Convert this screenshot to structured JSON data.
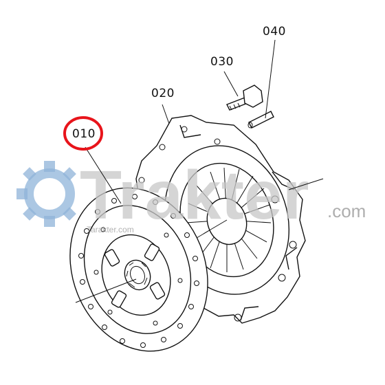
{
  "callouts": {
    "c010": "010",
    "c020": "020",
    "c030": "030",
    "c040": "040"
  },
  "highlight": {
    "target": "010",
    "color": "#e8141b"
  },
  "watermark": {
    "text": "Trakter",
    "suffix": ".com",
    "tagline": "Tarakter.com",
    "gear_color": "#8fb4d9"
  }
}
